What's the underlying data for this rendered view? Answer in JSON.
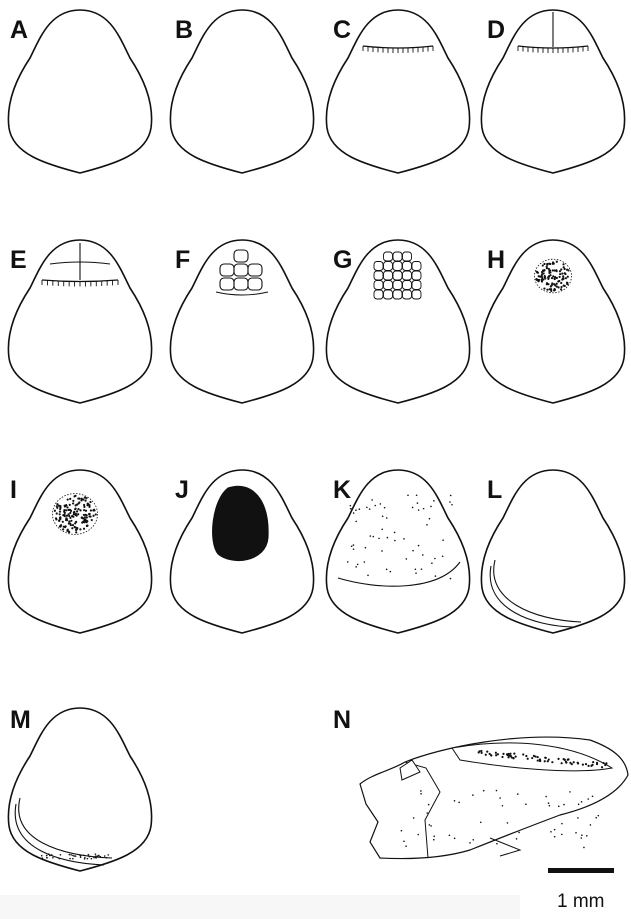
{
  "panels": [
    {
      "label": "A",
      "stage": "plain"
    },
    {
      "label": "B",
      "stage": "plain"
    },
    {
      "label": "C",
      "stage": "cap-rim"
    },
    {
      "label": "D",
      "stage": "cap-divided"
    },
    {
      "label": "E",
      "stage": "four-cell"
    },
    {
      "label": "F",
      "stage": "multicellular"
    },
    {
      "label": "G",
      "stage": "multicellular-dense"
    },
    {
      "label": "H",
      "stage": "embryo-dotted"
    },
    {
      "label": "I",
      "stage": "embryo-enlarged"
    },
    {
      "label": "J",
      "stage": "embryo-solid"
    },
    {
      "label": "K",
      "stage": "stippled"
    },
    {
      "label": "L",
      "stage": "crescent"
    },
    {
      "label": "M",
      "stage": "crescent-stippled"
    },
    {
      "label": "N",
      "stage": "side-view"
    }
  ],
  "scale_bar": {
    "label": "1 mm"
  },
  "colors": {
    "ink": "#111111",
    "background": "#ffffff"
  }
}
